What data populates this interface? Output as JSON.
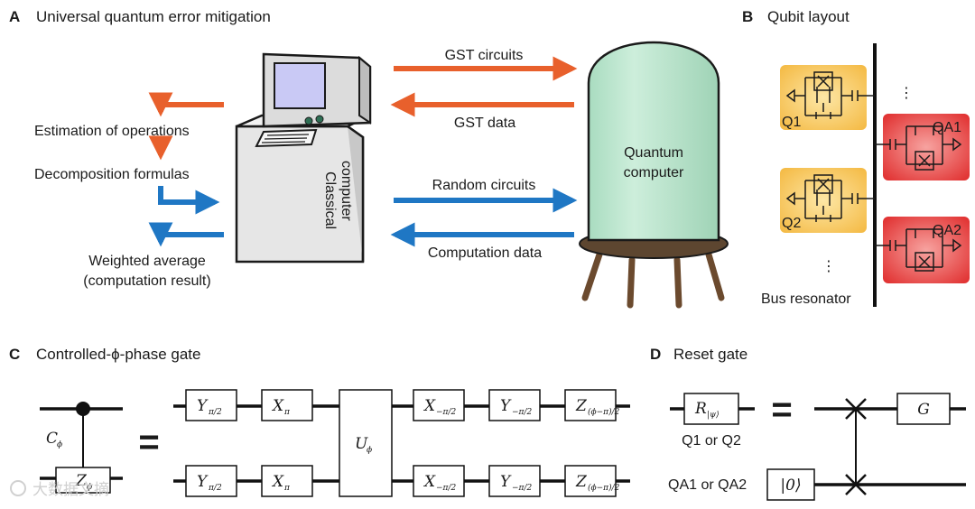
{
  "panels": {
    "A": {
      "letter": "A",
      "title": "Universal quantum error mitigation"
    },
    "B": {
      "letter": "B",
      "title": "Qubit layout"
    },
    "C": {
      "letter": "C",
      "title": "Controlled-ϕ-phase gate"
    },
    "D": {
      "letter": "D",
      "title": "Reset gate"
    }
  },
  "panelA": {
    "gst_circuits": "GST circuits",
    "gst_data": "GST data",
    "random_circuits": "Random circuits",
    "computation_data": "Computation data",
    "estimation": "Estimation of operations",
    "decomposition": "Decomposition formulas",
    "weighted_line1": "Weighted average",
    "weighted_line2": "(computation result)",
    "classical_line1": "Classical",
    "classical_line2": "computer",
    "quantum_line1": "Quantum",
    "quantum_line2": "computer"
  },
  "panelB": {
    "q1": "Q1",
    "q2": "Q2",
    "qa1": "QA1",
    "qa2": "QA2",
    "bus": "Bus resonator",
    "ellipsis": "⋮"
  },
  "panelC": {
    "control_label": "C",
    "control_sub": "ϕ",
    "z_label": "Z",
    "z_sub": "ϕ",
    "equals": "=",
    "u_label": "U",
    "u_sub": "ϕ",
    "gates_row": [
      {
        "op": "Y",
        "sub": "π/2"
      },
      {
        "op": "X",
        "sub": "π"
      },
      {
        "op": "X",
        "sub": "−π/2"
      },
      {
        "op": "Y",
        "sub": "−π/2"
      },
      {
        "op": "Z",
        "sub": "(ϕ−π)/2"
      }
    ]
  },
  "panelD": {
    "r_label": "R",
    "r_sub": "|ψ⟩",
    "equals": "=",
    "q_label": "Q1 or Q2",
    "qa_label": "QA1 or QA2",
    "ket0": "|0⟩",
    "g_label": "G"
  },
  "watermark": "大数据文摘",
  "colors": {
    "orange": "#e8602c",
    "blue": "#1f77c4",
    "dome": "#bfe5cf",
    "qubit_yellow": "#f7c45a",
    "qubit_red": "#e3413f",
    "wood": "#6b4a2e"
  }
}
